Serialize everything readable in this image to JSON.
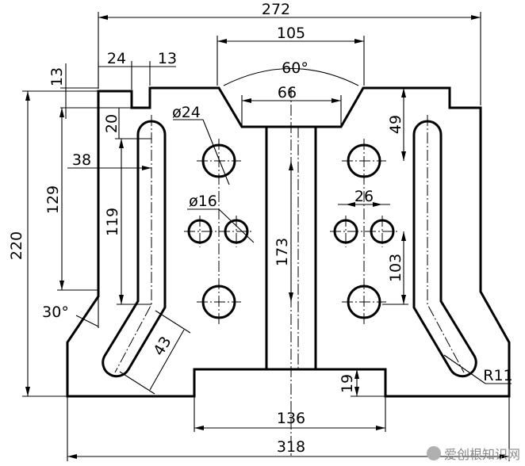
{
  "dimensions": {
    "top_width": "272",
    "slot_width": "105",
    "chamfer_angle": "60°",
    "slot_bottom": "66",
    "step_24": "24",
    "step_13_top": "13",
    "step_13_left": "13",
    "slot_20": "20",
    "hole_24": "ø24",
    "dist_38": "38",
    "height_129": "129",
    "height_220": "220",
    "hole_16": "ø16",
    "height_119": "119",
    "angle_30": "30°",
    "slot_43": "43",
    "height_173": "173",
    "spacing_26": "26",
    "height_49": "49",
    "height_103": "103",
    "radius_11": "R11",
    "base_19": "19",
    "base_136": "136",
    "overall_318": "318"
  },
  "watermark": {
    "text": "爱创根知识网"
  }
}
